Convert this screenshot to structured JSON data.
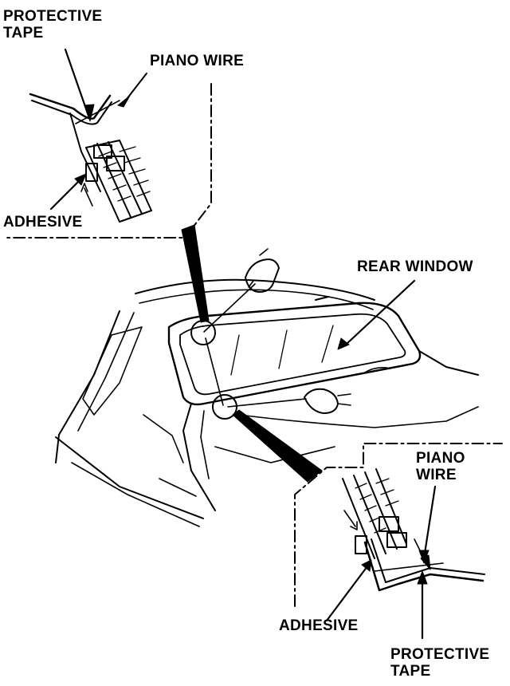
{
  "labels": {
    "top_protective_tape": [
      "PROTECTIVE",
      "TAPE"
    ],
    "top_piano_wire": "PIANO WIRE",
    "top_adhesive": "ADHESIVE",
    "rear_window": "REAR WINDOW",
    "bottom_piano_wire": [
      "PIANO",
      "WIRE"
    ],
    "bottom_adhesive": "ADHESIVE",
    "bottom_protective_tape": [
      "PROTECTIVE",
      "TAPE"
    ]
  },
  "colors": {
    "ink": "#000000",
    "paper": "#ffffff"
  }
}
